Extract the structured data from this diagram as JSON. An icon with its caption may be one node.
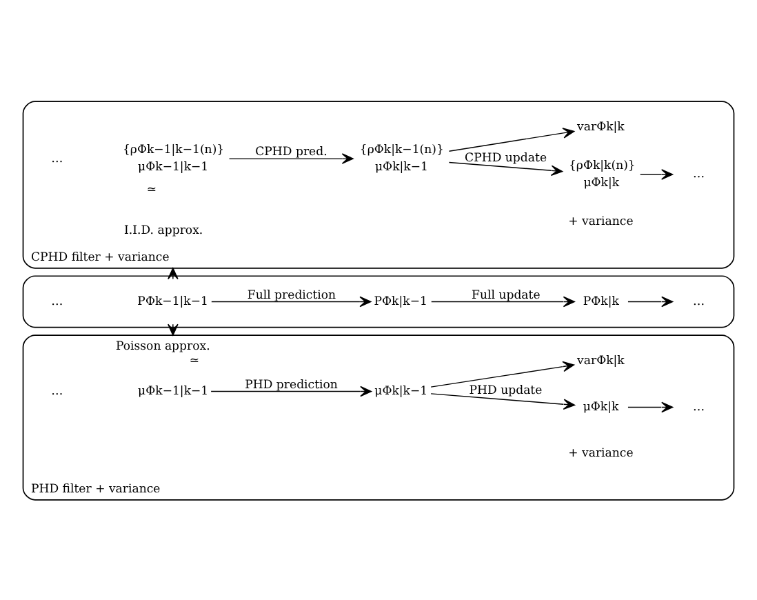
{
  "diagram": {
    "nodes": [
      {
        "text": [
          "CPHD filter + variance"
        ]
      },
      {
        "text": [
          "{ρΦk−1|k−1(n)}",
          "μΦk−1|k−1"
        ],
        "in": 0
      },
      {
        "text": [
          "{ρΦk|k−1(n)}",
          "μΦk|k−1"
        ],
        "in": 0
      },
      {
        "text": [
          "{ρΦk|k(n)}",
          "μΦk|k"
        ],
        "in": 0
      },
      {
        "text": [
          "varΦk|k"
        ],
        "in": 0
      },
      {
        "text": [
          "…"
        ],
        "in": 0
      },
      {
        "text": [],
        "shape": "box"
      },
      {
        "text": [
          "PΦk−1|k−1"
        ],
        "in": 6
      },
      {
        "text": [
          "PΦk|k−1"
        ],
        "in": 6
      },
      {
        "text": [
          "PΦk|k"
        ],
        "in": 6
      },
      {
        "text": [
          "…"
        ],
        "in": 6
      },
      {
        "text": [
          "PHD filter + variance"
        ]
      },
      {
        "text": [
          "μΦk−1|k−1"
        ],
        "in": 11
      },
      {
        "text": [
          "μΦk|k−1"
        ],
        "in": 11
      },
      {
        "text": [
          "μΦk|k"
        ],
        "in": 11
      },
      {
        "text": [
          "varΦk|k"
        ],
        "in": 11
      },
      {
        "text": [
          "…"
        ],
        "in": 11
      }
    ],
    "edges": [
      {
        "from": 1,
        "to": 2,
        "arrow": "to",
        "label": "CPHD pred."
      },
      {
        "from": 2,
        "to": 3,
        "arrow": "to",
        "label": "CPHD update"
      },
      {
        "from": 2,
        "to": 4,
        "arrow": "to"
      },
      {
        "from": 3,
        "to": 5,
        "arrow": "to"
      },
      {
        "from": 6,
        "to": 0,
        "arrow": "to",
        "label": "I.I.D. approx."
      },
      {
        "from": 7,
        "to": 8,
        "arrow": "to",
        "label": "Full prediction"
      },
      {
        "from": 8,
        "to": 9,
        "arrow": "to",
        "label": "Full update"
      },
      {
        "from": 9,
        "to": 10,
        "arrow": "to"
      },
      {
        "from": 6,
        "to": 11,
        "arrow": "to",
        "label": "Poisson approx."
      },
      {
        "from": 12,
        "to": 13,
        "arrow": "to",
        "label": "PHD prediction"
      },
      {
        "from": 13,
        "to": 14,
        "arrow": "to",
        "label": "PHD update"
      },
      {
        "from": 13,
        "to": 15,
        "arrow": "to"
      },
      {
        "from": 14,
        "to": 16,
        "arrow": "to"
      }
    ],
    "labels": [
      "…",
      "+ variance",
      "≃",
      "…",
      "≃",
      "…",
      "+ variance"
    ]
  }
}
